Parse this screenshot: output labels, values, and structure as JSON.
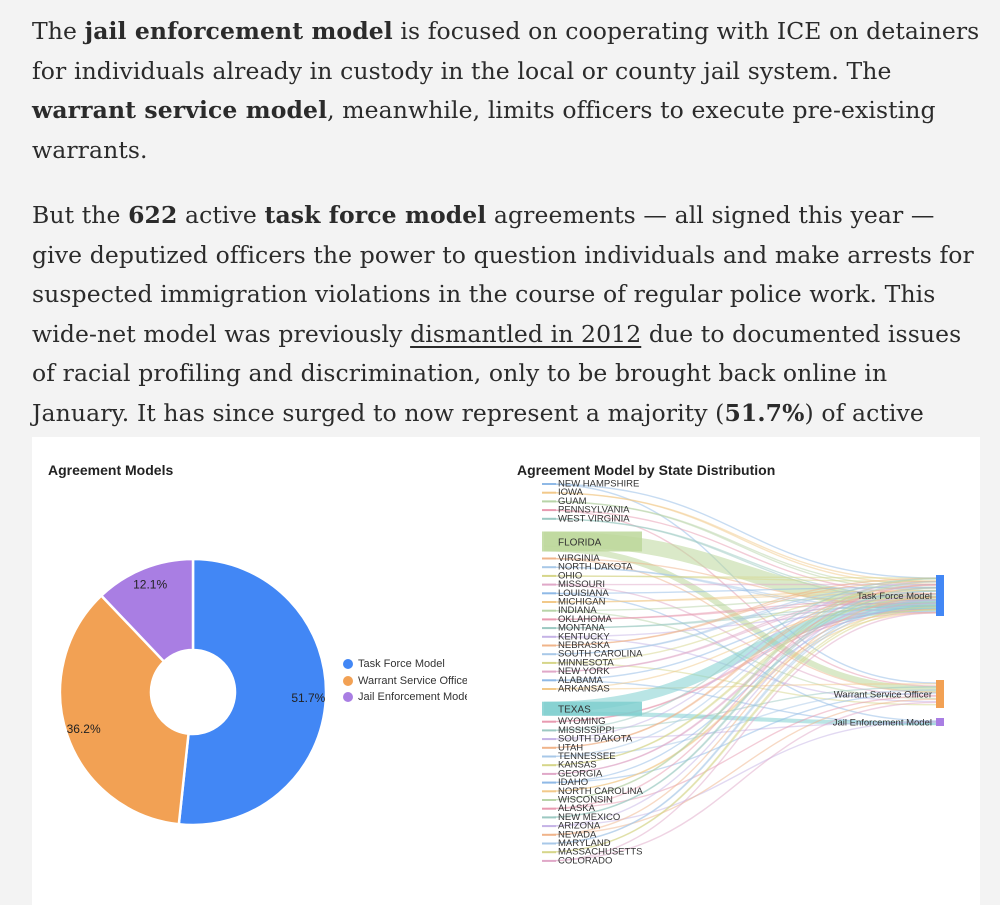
{
  "article": {
    "p1": [
      {
        "t": "The ",
        "b": false
      },
      {
        "t": "jail enforcement model",
        "b": true
      },
      {
        "t": " is focused on cooperating with ICE on detainers for individuals already in custody in the local or county jail system. The ",
        "b": false
      },
      {
        "t": "warrant service model",
        "b": true
      },
      {
        "t": ", meanwhile, limits officers to execute pre-existing warrants.",
        "b": false
      }
    ],
    "p2": [
      {
        "t": "But the ",
        "b": false
      },
      {
        "t": "622",
        "b": true
      },
      {
        "t": " active ",
        "b": false
      },
      {
        "t": "task force model",
        "b": true
      },
      {
        "t": " agreements — all signed this year — give deputized officers the power to question individuals and make arrests for suspected immigration violations in the course of regular police work. This wide-net model was previously ",
        "b": false
      },
      {
        "t": "dismantled in 2012",
        "link": true
      },
      {
        "t": " due to documented issues of racial profiling and discrimination, only to be brought back online in January. It has since surged to now represent a majority (",
        "b": false
      },
      {
        "t": "51.7%",
        "b": true
      },
      {
        "t": ") of active agreements.",
        "b": false
      }
    ]
  },
  "colors": {
    "task_force": "#4287f5",
    "warrant": "#f2a154",
    "jail": "#a97ee3"
  },
  "chart_data": [
    {
      "type": "pie",
      "title": "Agreement Models",
      "categories": [
        "Task Force Model",
        "Warrant Service Officer",
        "Jail Enforcement Model"
      ],
      "legend_labels": [
        "Task Force Model",
        "Warrant Service Office",
        "Jail Enforcement Mode"
      ],
      "values": [
        51.7,
        36.2,
        12.1
      ],
      "value_labels": [
        "51.7%",
        "36.2%",
        "12.1%"
      ],
      "donut": true,
      "legend": "right"
    },
    {
      "type": "sankey",
      "title": "Agreement Model by State Distribution",
      "sources_top": [
        "NEW HAMPSHIRE",
        "IOWA",
        "GUAM",
        "PENNSYLVANIA",
        "WEST VIRGINIA"
      ],
      "source_large_1": "FLORIDA",
      "sources_middle": [
        "VIRGINIA",
        "NORTH DAKOTA",
        "OHIO",
        "MISSOURI",
        "LOUISIANA",
        "MICHIGAN",
        "INDIANA",
        "OKLAHOMA",
        "MONTANA",
        "KENTUCKY",
        "NEBRASKA",
        "SOUTH CAROLINA",
        "MINNESOTA",
        "NEW YORK",
        "ALABAMA",
        "ARKANSAS"
      ],
      "source_large_2": "TEXAS",
      "sources_bottom": [
        "WYOMING",
        "MISSISSIPPI",
        "SOUTH DAKOTA",
        "UTAH",
        "TENNESSEE",
        "KANSAS",
        "GEORGIA",
        "IDAHO",
        "NORTH CAROLINA",
        "WISCONSIN",
        "ALASKA",
        "NEW MEXICO",
        "ARIZONA",
        "NEVADA",
        "MARYLAND",
        "MASSACHUSETTS",
        "COLORADO"
      ],
      "targets": [
        "Task Force Model",
        "Warrant Service Officer",
        "Jail Enforcement Model"
      ]
    }
  ]
}
